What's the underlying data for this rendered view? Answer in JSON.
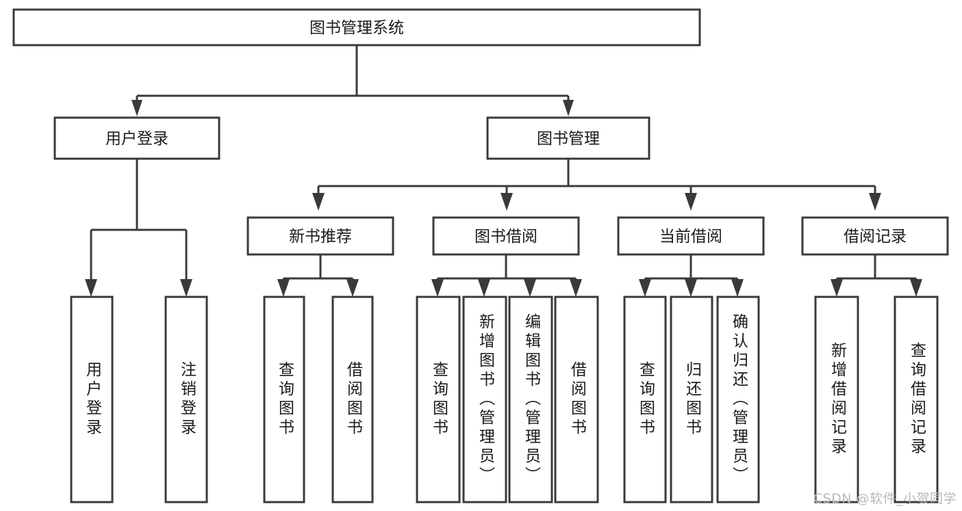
{
  "diagram": {
    "title": "图书管理系统",
    "watermark": "CSDN @软件_小贺同学",
    "colors": {
      "stroke": "#3a3a3a",
      "box_fill": "#ffffff",
      "text": "#1b1b1b",
      "background": "#ffffff",
      "watermark": "#b9b9b9"
    },
    "root": {
      "label": "图书管理系统"
    },
    "level2": [
      {
        "label": "用户登录"
      },
      {
        "label": "图书管理"
      }
    ],
    "level3": [
      {
        "label": "新书推荐"
      },
      {
        "label": "图书借阅"
      },
      {
        "label": "当前借阅"
      },
      {
        "label": "借阅记录"
      }
    ],
    "leaves": {
      "user_login": [
        {
          "label": "用户登录"
        },
        {
          "label": "注销登录"
        }
      ],
      "new_book_recommend": [
        {
          "label": "查询图书"
        },
        {
          "label": "借阅图书"
        }
      ],
      "book_borrow": [
        {
          "label": "查询图书"
        },
        {
          "label": "新增图书（管理员）"
        },
        {
          "label": "编辑图书（管理员）"
        },
        {
          "label": "借阅图书"
        }
      ],
      "current_borrow": [
        {
          "label": "查询图书"
        },
        {
          "label": "归还图书"
        },
        {
          "label": "确认归还（管理员）"
        }
      ],
      "borrow_record": [
        {
          "label": "新增借阅记录"
        },
        {
          "label": "查询借阅记录"
        }
      ]
    }
  }
}
